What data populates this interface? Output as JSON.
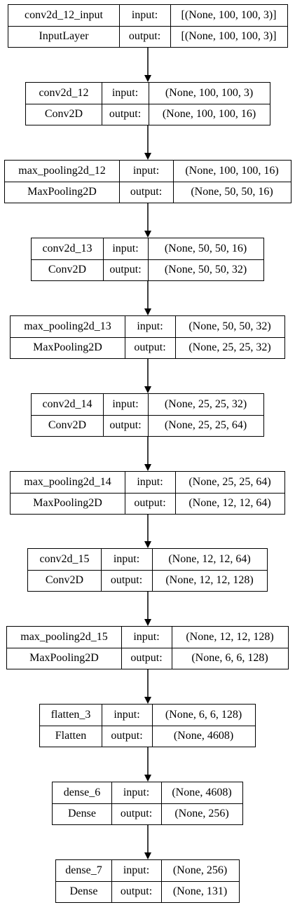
{
  "diagram": {
    "type": "keras-model-plot",
    "layers": [
      {
        "name": "conv2d_12_input",
        "type": "InputLayer",
        "input_label": "input:",
        "output_label": "output:",
        "input_shape": "[(None, 100, 100, 3)]",
        "output_shape": "[(None, 100, 100, 3)]"
      },
      {
        "name": "conv2d_12",
        "type": "Conv2D",
        "input_label": "input:",
        "output_label": "output:",
        "input_shape": "(None, 100, 100, 3)",
        "output_shape": "(None, 100, 100, 16)"
      },
      {
        "name": "max_pooling2d_12",
        "type": "MaxPooling2D",
        "input_label": "input:",
        "output_label": "output:",
        "input_shape": "(None, 100, 100, 16)",
        "output_shape": "(None, 50, 50, 16)"
      },
      {
        "name": "conv2d_13",
        "type": "Conv2D",
        "input_label": "input:",
        "output_label": "output:",
        "input_shape": "(None, 50, 50, 16)",
        "output_shape": "(None, 50, 50, 32)"
      },
      {
        "name": "max_pooling2d_13",
        "type": "MaxPooling2D",
        "input_label": "input:",
        "output_label": "output:",
        "input_shape": "(None, 50, 50, 32)",
        "output_shape": "(None, 25, 25, 32)"
      },
      {
        "name": "conv2d_14",
        "type": "Conv2D",
        "input_label": "input:",
        "output_label": "output:",
        "input_shape": "(None, 25, 25, 32)",
        "output_shape": "(None, 25, 25, 64)"
      },
      {
        "name": "max_pooling2d_14",
        "type": "MaxPooling2D",
        "input_label": "input:",
        "output_label": "output:",
        "input_shape": "(None, 25, 25, 64)",
        "output_shape": "(None, 12, 12, 64)"
      },
      {
        "name": "conv2d_15",
        "type": "Conv2D",
        "input_label": "input:",
        "output_label": "output:",
        "input_shape": "(None, 12, 12, 64)",
        "output_shape": "(None, 12, 12, 128)"
      },
      {
        "name": "max_pooling2d_15",
        "type": "MaxPooling2D",
        "input_label": "input:",
        "output_label": "output:",
        "input_shape": "(None, 12, 12, 128)",
        "output_shape": "(None, 6, 6, 128)"
      },
      {
        "name": "flatten_3",
        "type": "Flatten",
        "input_label": "input:",
        "output_label": "output:",
        "input_shape": "(None, 6, 6, 128)",
        "output_shape": "(None, 4608)"
      },
      {
        "name": "dense_6",
        "type": "Dense",
        "input_label": "input:",
        "output_label": "output:",
        "input_shape": "(None, 4608)",
        "output_shape": "(None, 256)"
      },
      {
        "name": "dense_7",
        "type": "Dense",
        "input_label": "input:",
        "output_label": "output:",
        "input_shape": "(None, 256)",
        "output_shape": "(None, 131)"
      }
    ],
    "colors": {
      "line": "#000000",
      "background": "#ffffff"
    }
  }
}
